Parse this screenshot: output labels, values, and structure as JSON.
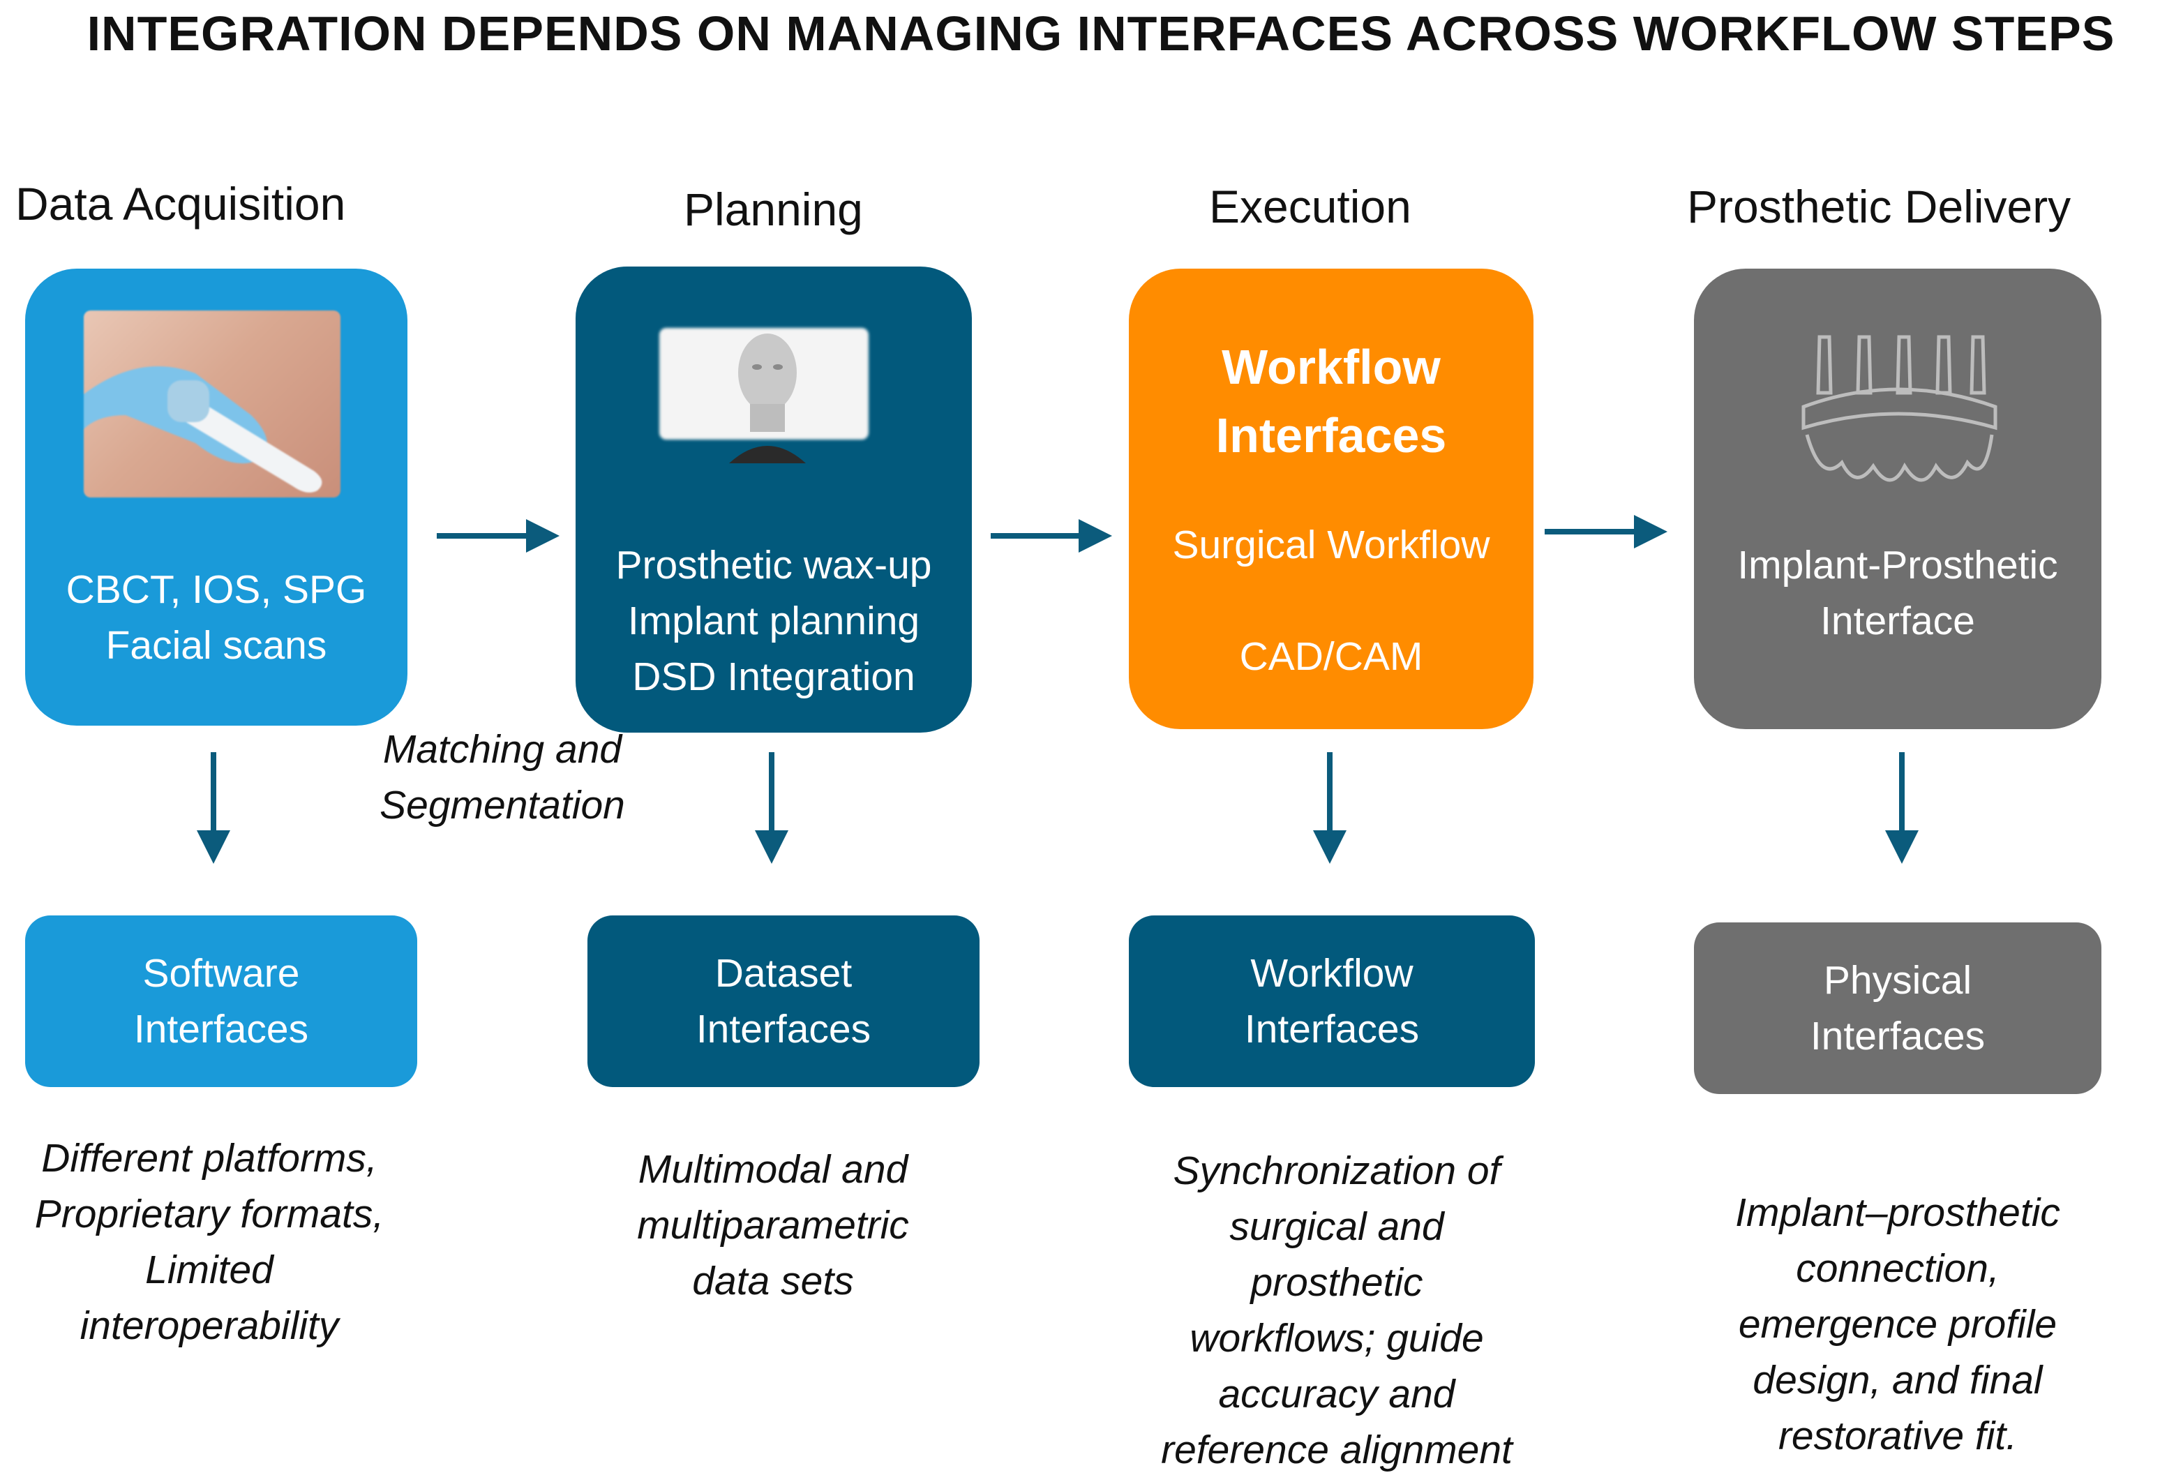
{
  "title": "INTEGRATION DEPENDS ON MANAGING INTERFACES ACROSS WORKFLOW STEPS",
  "colors": {
    "light_blue": "#1a9ad9",
    "dark_blue": "#02597c",
    "orange": "#ff8c00",
    "gray": "#6f6f6f",
    "arrow": "#0b5b7c"
  },
  "stages": [
    {
      "name": "Data Acquisition",
      "image": "intraoral-scanner-photo",
      "box_lines": [
        "CBCT, IOS, SPG",
        "Facial scans"
      ],
      "interface": [
        "Software",
        "Interfaces"
      ],
      "description": [
        "Different platforms,",
        "Proprietary formats,",
        "Limited",
        "interoperability"
      ]
    },
    {
      "name": "Planning",
      "image": "3d-face-render",
      "box_lines": [
        "Prosthetic wax-up",
        "Implant planning",
        "DSD Integration"
      ],
      "interface": [
        "Dataset",
        "Interfaces"
      ],
      "description": [
        "Multimodal and",
        "multiparametric",
        "data sets"
      ]
    },
    {
      "name": "Execution",
      "box_heading": [
        "Workflow",
        "Interfaces"
      ],
      "box_lines": [
        "Surgical Workflow",
        "CAD/CAM"
      ],
      "interface": [
        "Workflow",
        "Interfaces"
      ],
      "description": [
        "Synchronization of",
        "surgical and",
        "prosthetic",
        "workflows; guide",
        "accuracy and",
        "reference alignment"
      ]
    },
    {
      "name": "Prosthetic Delivery",
      "image": "implant-bridge-icon",
      "box_lines": [
        "Implant-Prosthetic",
        "Interface"
      ],
      "interface": [
        "Physical",
        "Interfaces"
      ],
      "description": [
        "Implant–prosthetic",
        "connection,",
        "emergence profile",
        "design, and final",
        "restorative fit."
      ]
    }
  ],
  "annotation": [
    "Matching and",
    "Segmentation"
  ]
}
